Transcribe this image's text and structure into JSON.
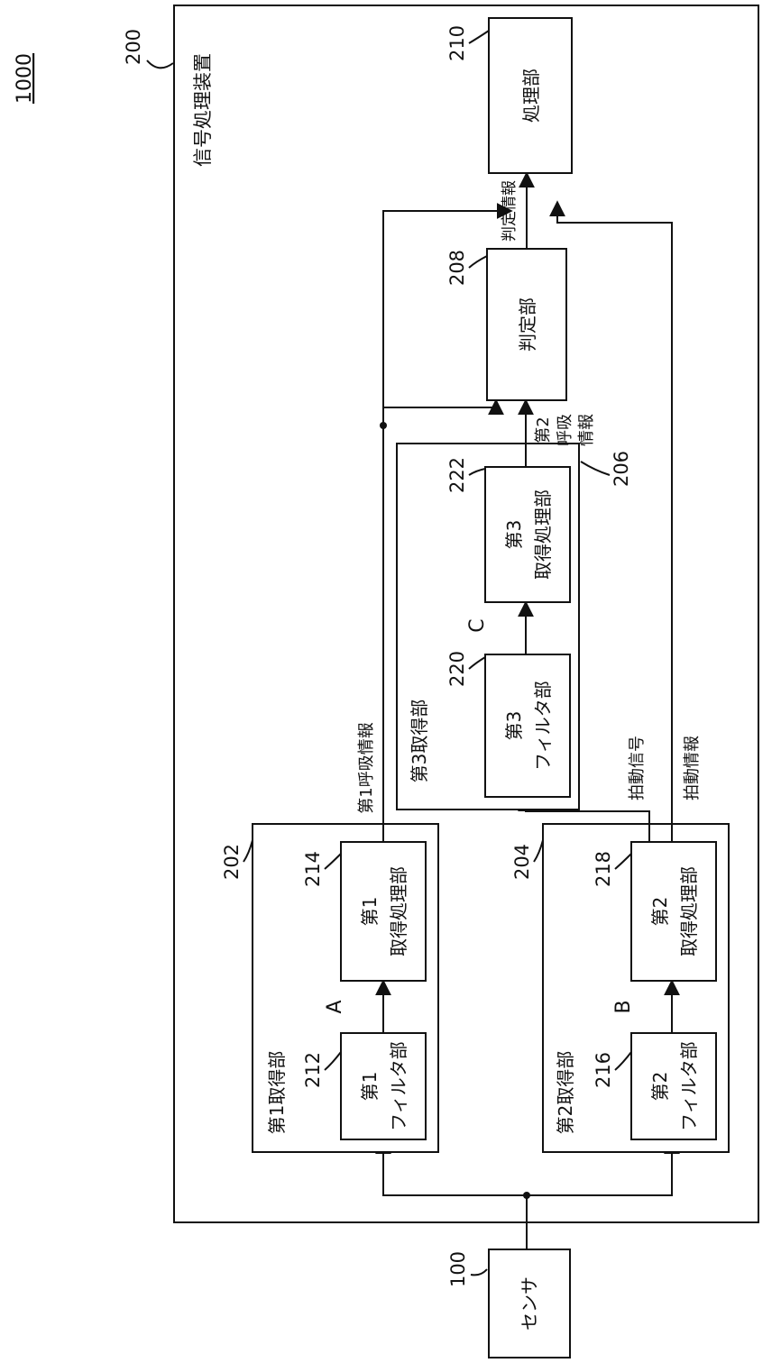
{
  "figure_number": "1000",
  "device": {
    "ref": "200",
    "label": "信号処理装置"
  },
  "sensor": {
    "ref": "100",
    "label": "センサ"
  },
  "group1": {
    "ref": "202",
    "label": "第1取得部"
  },
  "group2": {
    "ref": "204",
    "label": "第2取得部"
  },
  "group3": {
    "ref": "206",
    "label": "第3取得部"
  },
  "blocks": {
    "filter1": {
      "ref": "212",
      "line1": "第1",
      "line2": "フィルタ部"
    },
    "proc1": {
      "ref": "214",
      "line1": "第1",
      "line2": "取得処理部"
    },
    "filter2": {
      "ref": "216",
      "line1": "第2",
      "line2": "フィルタ部"
    },
    "proc2": {
      "ref": "218",
      "line1": "第2",
      "line2": "取得処理部"
    },
    "filter3": {
      "ref": "220",
      "line1": "第3",
      "line2": "フィルタ部"
    },
    "proc3": {
      "ref": "222",
      "line1": "第3",
      "line2": "取得処理部"
    },
    "judge": {
      "ref": "208",
      "label": "判定部"
    },
    "processor": {
      "ref": "210",
      "label": "処理部"
    }
  },
  "points": {
    "a": "A",
    "b": "B",
    "c": "C"
  },
  "signals": {
    "resp1": "第1呼吸情報",
    "beat_signal": "拍動信号",
    "beat_info": "拍動情報",
    "resp2_line1": "第2",
    "resp2_line2": "呼吸",
    "resp2_line3": "情報",
    "judgment": "判定情報"
  }
}
